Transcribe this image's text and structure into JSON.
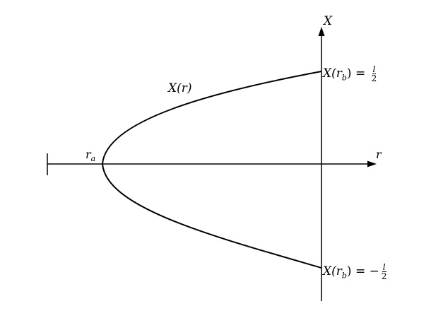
{
  "diagram": {
    "axes": {
      "horizontal_label": "r",
      "vertical_label": "X"
    },
    "curve_label": "X(r)",
    "left_marker_label": "r",
    "left_marker_sub": "a",
    "top_point": {
      "lhs": "X(r",
      "lhs_sub": "b",
      "rhs": ") = ",
      "frac_num": "l",
      "frac_den": "2"
    },
    "bottom_point": {
      "lhs": "X(r",
      "lhs_sub": "b",
      "rhs": ") = −",
      "frac_num": "l",
      "frac_den": "2"
    },
    "colors": {
      "stroke": "#000000",
      "background": "#ffffff"
    }
  }
}
